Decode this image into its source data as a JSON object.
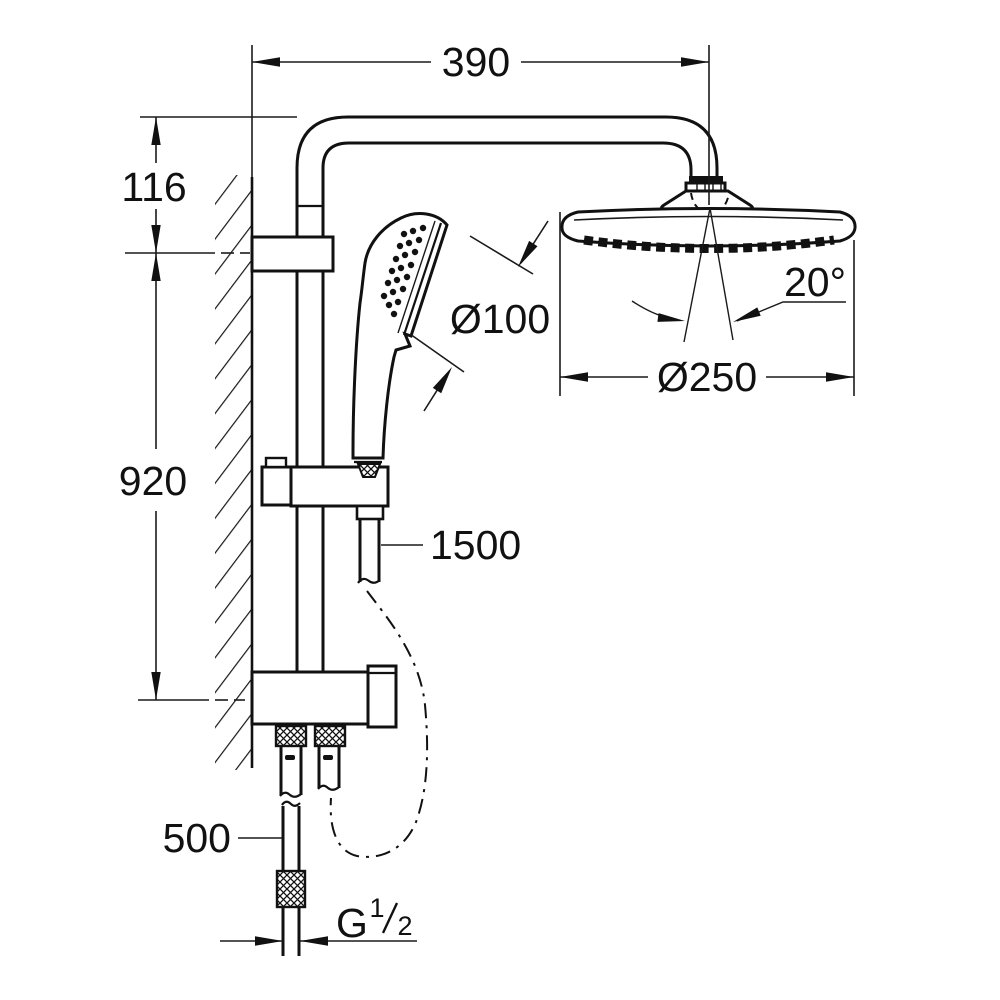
{
  "colors": {
    "ink": "#111111",
    "background": "#ffffff"
  },
  "dimensions": {
    "arm_width": "390",
    "top_offset": "116",
    "rail_length": "920",
    "hand_shower_diameter": "Ø100",
    "spray_angle": "20°",
    "head_shower_diameter": "Ø250",
    "shower_hose_length": "1500",
    "connection_hose_length": "500",
    "thread_letter": "G",
    "thread_numerator": "1",
    "thread_denominator": "2"
  }
}
